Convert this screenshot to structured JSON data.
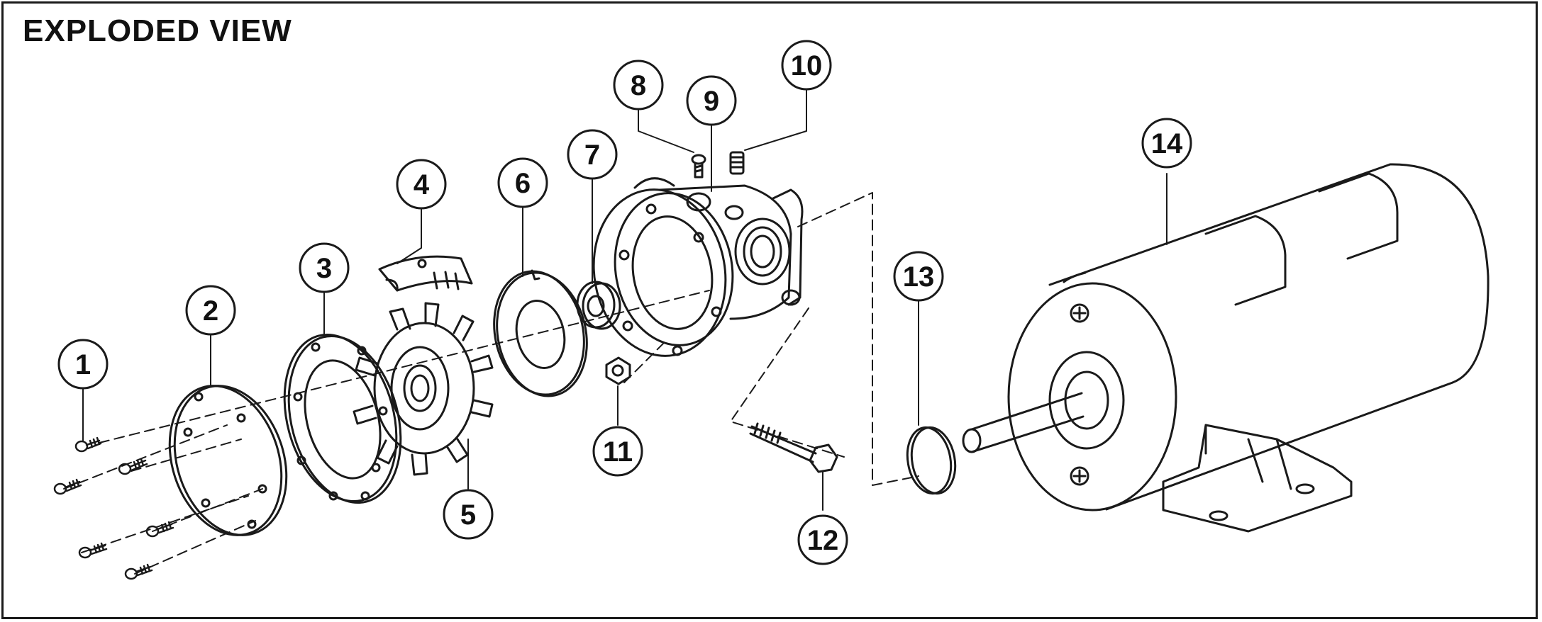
{
  "title": "EXPLODED VIEW",
  "callouts": [
    {
      "label": "1"
    },
    {
      "label": "2"
    },
    {
      "label": "3"
    },
    {
      "label": "4"
    },
    {
      "label": "5"
    },
    {
      "label": "6"
    },
    {
      "label": "7"
    },
    {
      "label": "8"
    },
    {
      "label": "9"
    },
    {
      "label": "10"
    },
    {
      "label": "11"
    },
    {
      "label": "12"
    },
    {
      "label": "13"
    },
    {
      "label": "14"
    }
  ],
  "parts": [
    "screw",
    "cover-plate",
    "gasket",
    "cam",
    "impeller",
    "wear-plate",
    "seal",
    "set-screw",
    "pump-body",
    "plug",
    "nut",
    "bolt",
    "o-ring",
    "motor"
  ],
  "colors": {
    "stroke": "#1a1a1a",
    "background": "#ffffff"
  }
}
